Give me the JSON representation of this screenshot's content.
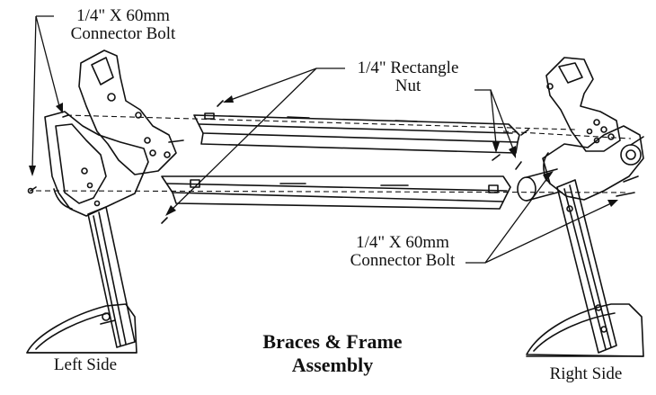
{
  "labels": {
    "connector_bolt_top_line1": "1/4\" X 60mm",
    "connector_bolt_top_line2": "Connector Bolt",
    "rectangle_nut_line1": "1/4\" Rectangle",
    "rectangle_nut_line2": "Nut",
    "connector_bolt_bottom_line1": "1/4\" X 60mm",
    "connector_bolt_bottom_line2": "Connector Bolt",
    "left_side": "Left Side",
    "right_side": "Right Side",
    "title_line1": "Braces & Frame",
    "title_line2": "Assembly"
  },
  "colors": {
    "line": "#111111",
    "background": "#ffffff"
  }
}
